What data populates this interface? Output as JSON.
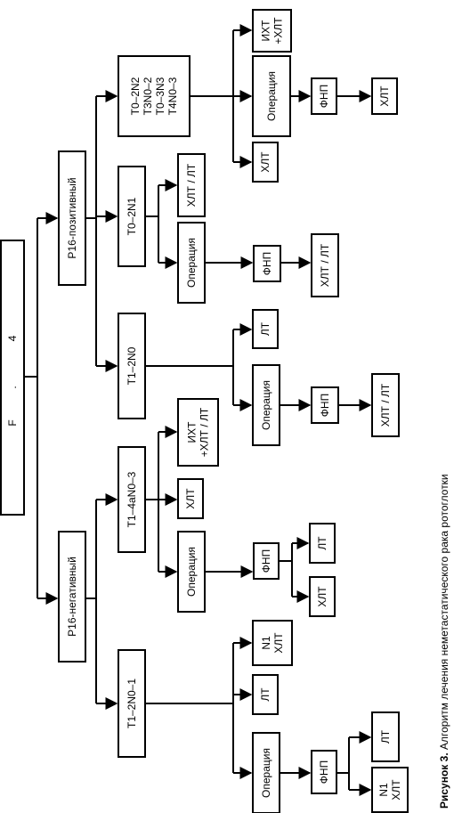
{
  "diagram": {
    "root": {
      "label": "F",
      "mark_1": ".",
      "mark_2": "4"
    },
    "p16_positive": "P16-позитивный",
    "p16_negative": "P16-негативный",
    "t0_2n2": [
      "T0–2N2",
      "T3N0–2",
      "T0–3N3",
      "T4N0–3"
    ],
    "t0_2n1": "T0–2N1",
    "t1_2n0": "T1–2N0",
    "t1_4an0_3": "T1–4aN0–3",
    "t1_2n0_1": "T1–2N0–1",
    "operation": "Операция",
    "fnp": "ФНП",
    "xlt": "ХЛТ",
    "lt": "ЛТ",
    "xlt_lt": "ХЛТ / ЛТ",
    "ixt_xlt": [
      "ИХТ",
      "+ХЛТ"
    ],
    "ixt_xlt_lt": [
      "ИХТ",
      "+ХЛТ / ЛТ"
    ],
    "n1_xlt": [
      "N1",
      "ХЛТ"
    ]
  },
  "caption": {
    "label": "Рисунок 3.",
    "text": " Алгоритм лечения неметастатического рака ротоглотки"
  }
}
